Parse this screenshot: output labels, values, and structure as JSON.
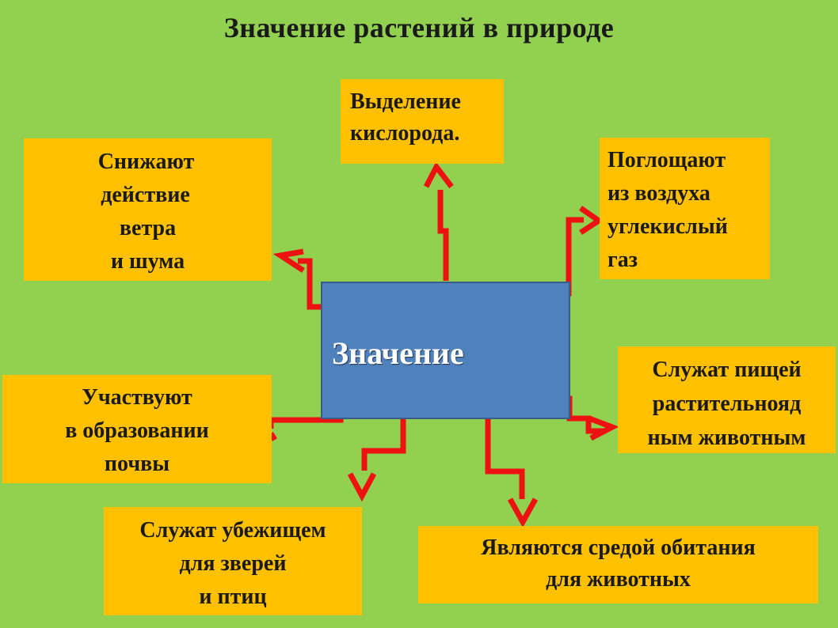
{
  "title": "Значение растений в природе",
  "center_label": "Значение",
  "boxes": {
    "oxygen": [
      "Выделение",
      "кислорода."
    ],
    "wind": [
      "Снижают",
      "действие",
      "ветра",
      "и шума"
    ],
    "co2": [
      "Поглощают",
      "из воздуха",
      "углекислый",
      "газ"
    ],
    "food": [
      "Служат пищей",
      "растительнояд",
      "ным животным"
    ],
    "soil": [
      "Участвуют",
      "в образовании",
      "почвы"
    ],
    "shelter": [
      "Служат убежищем",
      "для зверей",
      "и птиц"
    ],
    "habitat": [
      "Являются средой обитания",
      "для животных"
    ]
  },
  "colors": {
    "background": "#92d050",
    "box": "#ffc000",
    "center": "#4f81bd",
    "arrow": "#ee1111"
  }
}
